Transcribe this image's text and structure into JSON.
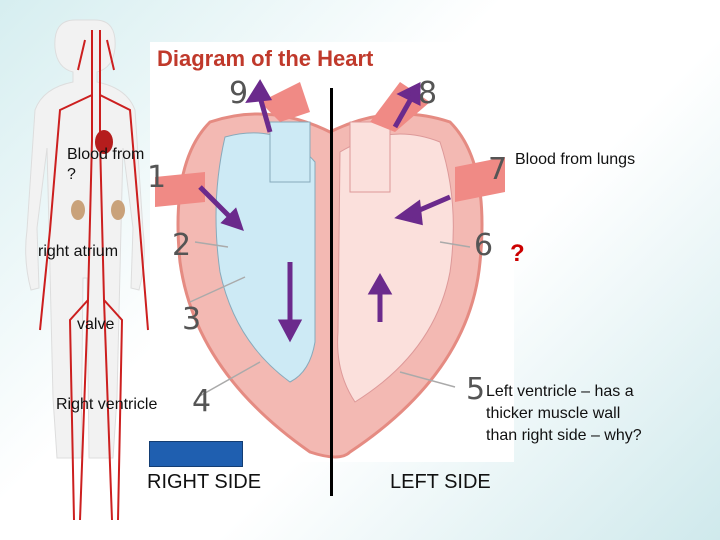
{
  "title": "Diagram of the Heart",
  "numbers": [
    "1",
    "2",
    "3",
    "4",
    "5",
    "6",
    "7",
    "8",
    "9"
  ],
  "labels": {
    "blood_from_line1": "Blood from",
    "blood_from_line2": "?",
    "blood_from_lungs": "Blood from lungs",
    "right_atrium": "right atrium",
    "question_mark": "?",
    "valve": "valve",
    "right_ventricle": "Right ventricle",
    "left_ventricle_line1": "Left ventricle – has a",
    "left_ventricle_line2": "thicker muscle wall",
    "left_ventricle_line3": "than right side – why?",
    "right_side": "RIGHT SIDE",
    "left_side": "LEFT SIDE"
  },
  "colors": {
    "title": "#c0392b",
    "artery": "#cc1f1f",
    "chamber": "#cdeaf5",
    "wall": "#f3b9b3",
    "arrow": "#6b2a8c",
    "question": "#cc0000",
    "blue_box": "#1f5fb0"
  }
}
